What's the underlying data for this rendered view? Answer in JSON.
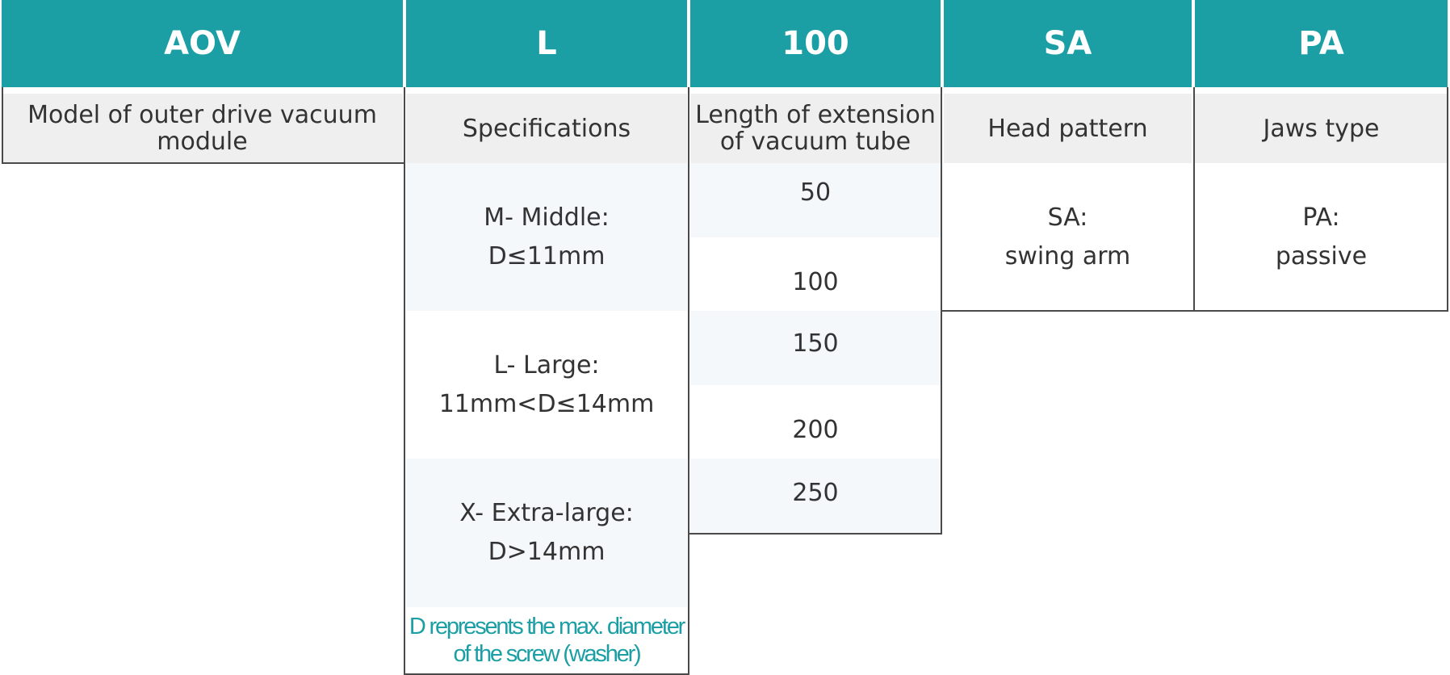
{
  "header": {
    "col1": "AOV",
    "col2": "L",
    "col3": "100",
    "col4": "SA",
    "col5": "PA"
  },
  "labels": {
    "col1": "Model of outer drive vacuum module",
    "col2": "Specifications",
    "col3": "Length of extension of vacuum tube",
    "col4": "Head pattern",
    "col5": "Jaws type"
  },
  "specifications": [
    {
      "line1": "M- Middle:",
      "line2": "D≤11mm"
    },
    {
      "line1": "L- Large:",
      "line2": "11mm<D≤14mm"
    },
    {
      "line1": "X- Extra-large:",
      "line2": "D>14mm"
    }
  ],
  "spec_note": "D represents the max. diameter of the screw (washer)",
  "lengths": [
    "50",
    "100",
    "150",
    "200",
    "250"
  ],
  "head_pattern": {
    "line1": "SA:",
    "line2": "swing arm"
  },
  "jaws_type": {
    "line1": "PA:",
    "line2": "passive"
  },
  "colors": {
    "header_bg": "#1b9fa5",
    "label_bg": "#efefef",
    "row_tint": "#f4f8fb",
    "note_text": "#1b9fa5",
    "border": "#4a4a4a"
  }
}
